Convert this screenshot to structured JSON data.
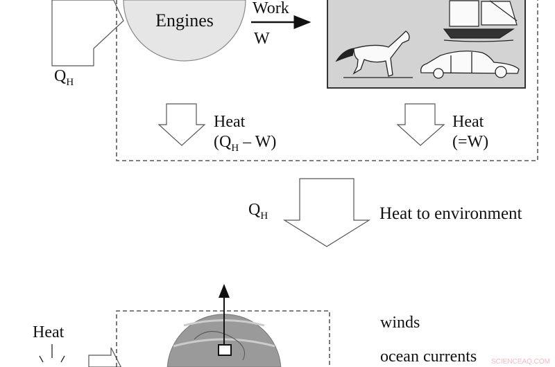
{
  "top": {
    "input_label": "Q",
    "input_sub": "H",
    "engines_label": "Engines",
    "work_label": "Work",
    "work_symbol": "W",
    "engine_heat_label": "Heat",
    "engine_heat_value_prefix": "(Q",
    "engine_heat_value_sub": "H",
    "engine_heat_value_suffix": " – W)",
    "bodies_heat_label": "Heat",
    "bodies_heat_value": "(=W)"
  },
  "environment": {
    "q_label": "Q",
    "q_sub": "H",
    "label": "Heat to environment"
  },
  "bottom": {
    "heat_label": "Heat",
    "items": [
      "winds",
      "ocean currents"
    ]
  },
  "watermark": "SCIENCEAQ.COM",
  "colors": {
    "ink": "#111111",
    "engine_fill": "#e6e6e6",
    "bodies_fill": "#d3d3d3",
    "globe_fill": "#9a9a9a"
  }
}
